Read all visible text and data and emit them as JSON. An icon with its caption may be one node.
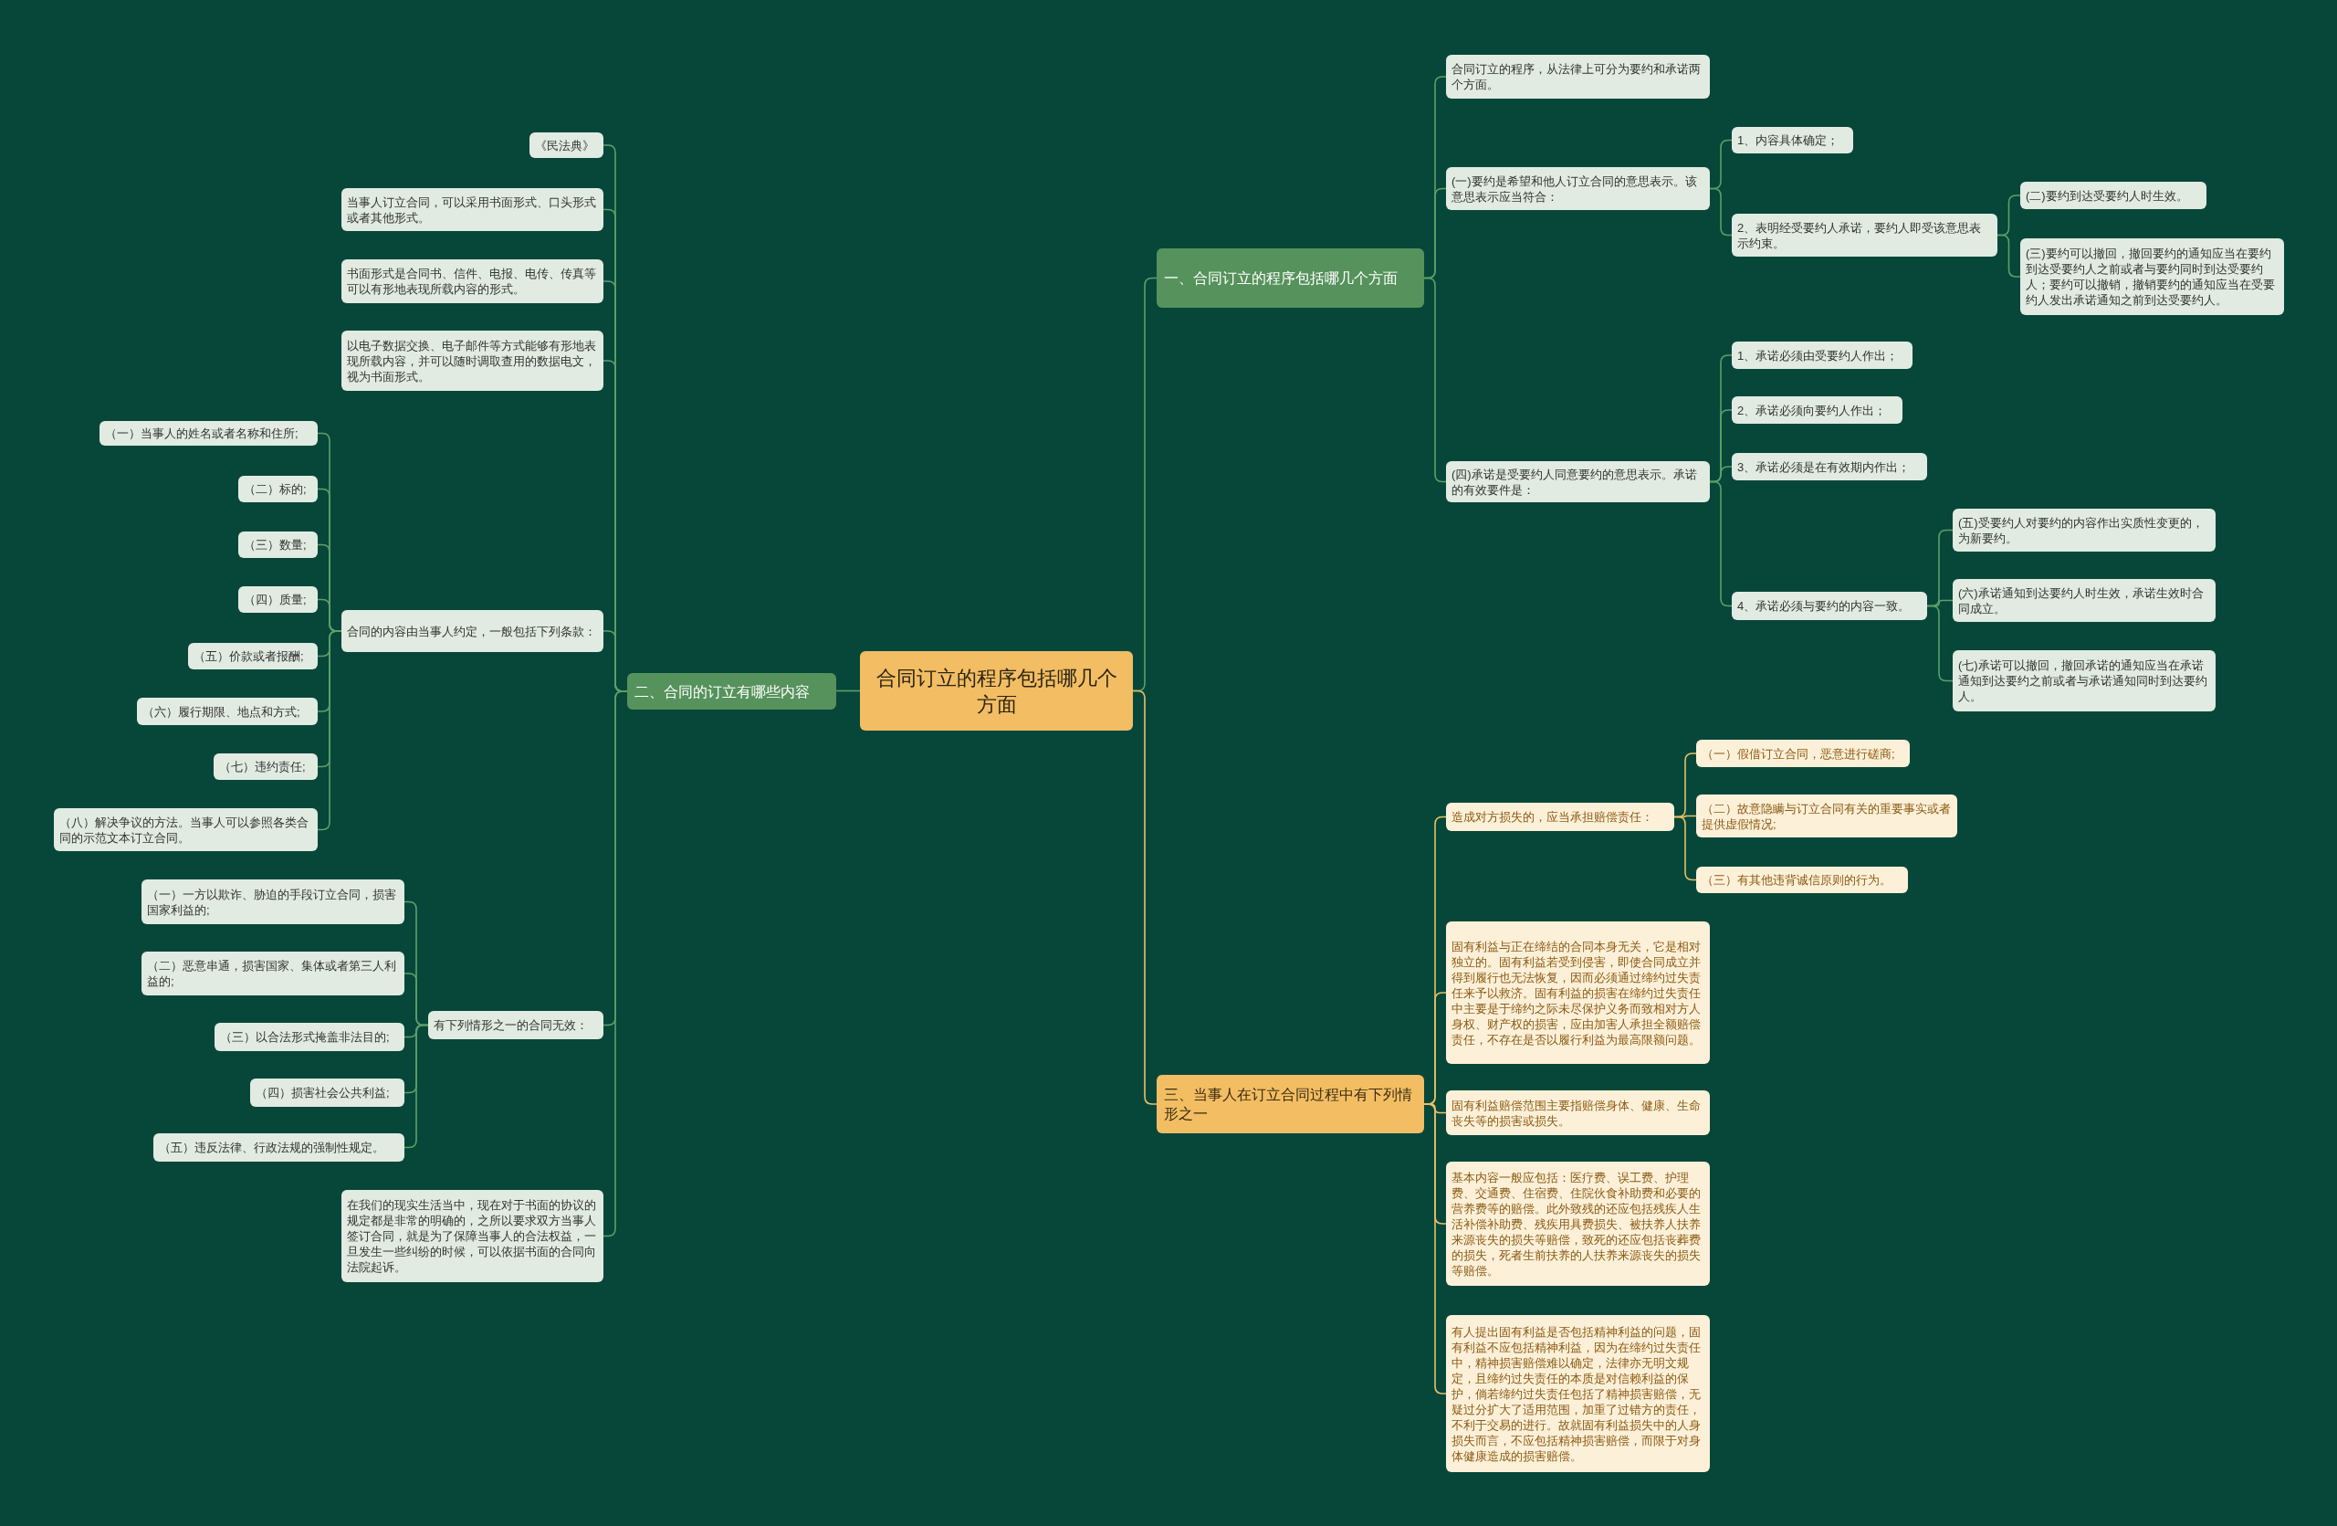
{
  "diagram": {
    "nodes": [
      {
        "text": [
          "合同订立的程序包括哪几个方面"
        ]
      },
      {
        "text": [
          "一、合同订立的程序包括哪几个方面"
        ]
      },
      {
        "text": [
          "合同订立的程序，从法律上可分为要约和承诺两个方面。"
        ]
      },
      {
        "text": [
          "(一)要约是希望和他人订立合同的意思表示。该意思表示应当符合："
        ]
      },
      {
        "text": [
          "1、内容具体确定；"
        ]
      },
      {
        "text": [
          "2、表明经受要约人承诺，要约人即受该意思表示约束。"
        ]
      },
      {
        "text": [
          "(二)要约到达受要约人时生效。"
        ]
      },
      {
        "text": [
          "(三)要约可以撤回，撤回要约的通知应当在要约到达受要约人之前或者与要约同时到达受要约人；要约可以撤销，撤销要约的通知应当在受要约人发出承诺通知之前到达受要约人。"
        ]
      },
      {
        "text": [
          "(四)承诺是受要约人同意要约的意思表示。承诺的有效要件是："
        ]
      },
      {
        "text": [
          "1、承诺必须由受要约人作出；"
        ]
      },
      {
        "text": [
          "2、承诺必须向要约人作出；"
        ]
      },
      {
        "text": [
          "3、承诺必须是在有效期内作出；"
        ]
      },
      {
        "text": [
          "4、承诺必须与要约的内容一致。"
        ]
      },
      {
        "text": [
          "(五)受要约人对要约的内容作出实质性变更的，为新要约。"
        ]
      },
      {
        "text": [
          "(六)承诺通知到达要约人时生效，承诺生效时合同成立。"
        ]
      },
      {
        "text": [
          "(七)承诺可以撤回，撤回承诺的通知应当在承诺通知到达要约之前或者与承诺通知同时到达要约人。"
        ]
      },
      {
        "text": [
          "三、当事人在订立合同过程中有下列情形之一"
        ]
      },
      {
        "text": [
          "造成对方损失的，应当承担赔偿责任："
        ]
      },
      {
        "text": [
          "（一）假借订立合同，恶意进行磋商;"
        ]
      },
      {
        "text": [
          "（二）故意隐瞒与订立合同有关的重要事实或者提供虚假情况;"
        ]
      },
      {
        "text": [
          "（三）有其他违背诚信原则的行为。"
        ]
      },
      {
        "text": [
          "固有利益与正在缔结的合同本身无关，它是相对独立的。固有利益若受到侵害，即使合同成立并得到履行也无法恢复，因而必须通过缔约过失责任来予以救济。固有利益的损害在缔约过失责任中主要是于缔约之际未尽保护义务而致相对方人身权、财产权的损害，应由加害人承担全额赔偿责任，不存在是否以履行利益为最高限额问题。"
        ]
      },
      {
        "text": [
          "固有利益赔偿范围主要指赔偿身体、健康、生命丧失等的损害或损失。"
        ]
      },
      {
        "text": [
          "基本内容一般应包括：医疗费、误工费、护理费、交通费、住宿费、住院伙食补助费和必要的营养费等的赔偿。此外致残的还应包括残疾人生活补偿补助费、残疾用具费损失、被扶养人扶养来源丧失的损失等赔偿，致死的还应包括丧葬费的损失，死者生前扶养的人扶养来源丧失的损失等赔偿。"
        ]
      },
      {
        "text": [
          "有人提出固有利益是否包括精神利益的问题，固有利益不应包括精神利益，因为在缔约过失责任中，精神损害赔偿难以确定，法律亦无明文规定，且缔约过失责任的本质是对信赖利益的保护，倘若缔约过失责任包括了精神损害赔偿，无疑过分扩大了适用范围，加重了过错方的责任，不利于交易的进行。故就固有利益损失中的人身损失而言，不应包括精神损害赔偿，而限于对身体健康造成的损害赔偿。"
        ]
      },
      {
        "text": [
          "二、合同的订立有哪些内容"
        ]
      },
      {
        "text": [
          "《民法典》"
        ]
      },
      {
        "text": [
          "当事人订立合同，可以采用书面形式、口头形式或者其他形式。"
        ]
      },
      {
        "text": [
          "书面形式是合同书、信件、电报、电传、传真等可以有形地表现所载内容的形式。"
        ]
      },
      {
        "text": [
          "以电子数据交换、电子邮件等方式能够有形地表现所载内容，并可以随时调取查用的数据电文，视为书面形式。"
        ]
      },
      {
        "text": [
          "合同的内容由当事人约定，一般包括下列条款："
        ]
      },
      {
        "text": [
          "（一）当事人的姓名或者名称和住所;"
        ]
      },
      {
        "text": [
          "（二）标的;"
        ]
      },
      {
        "text": [
          "（三）数量;"
        ]
      },
      {
        "text": [
          "（四）质量;"
        ]
      },
      {
        "text": [
          "（五）价款或者报酬;"
        ]
      },
      {
        "text": [
          "（六）履行期限、地点和方式;"
        ]
      },
      {
        "text": [
          "（七）违约责任;"
        ]
      },
      {
        "text": [
          "（八）解决争议的方法。当事人可以参照各类合同的示范文本订立合同。"
        ]
      },
      {
        "text": [
          "有下列情形之一的合同无效："
        ]
      },
      {
        "text": [
          "（一）一方以欺诈、胁迫的手段订立合同，损害国家利益的;"
        ]
      },
      {
        "text": [
          "（二）恶意串通，损害国家、集体或者第三人利益的;"
        ]
      },
      {
        "text": [
          "（三）以合法形式掩盖非法目的;"
        ]
      },
      {
        "text": [
          "（四）损害社会公共利益;"
        ]
      },
      {
        "text": [
          "（五）违反法律、行政法规的强制性规定。"
        ]
      },
      {
        "text": [
          "在我们的现实生活当中，现在对于书面的协议的规定都是非常的明确的，之所以要求双方当事人签订合同，就是为了保障当事人的合法权益，一旦发生一些纠纷的时候，可以依据书面的合同向法院起诉。"
        ]
      }
    ],
    "edges": [
      {
        "from": 0,
        "to": 1,
        "arrow": "none"
      },
      {
        "from": 0,
        "to": 16,
        "arrow": "none",
        "color": "#e8c064"
      },
      {
        "from": 0,
        "to": 25,
        "arrow": "none"
      },
      {
        "from": 1,
        "to": 2,
        "arrow": "none"
      },
      {
        "from": 1,
        "to": 3,
        "arrow": "none"
      },
      {
        "from": 1,
        "to": 8,
        "arrow": "none"
      },
      {
        "from": 3,
        "to": 4,
        "arrow": "none"
      },
      {
        "from": 3,
        "to": 5,
        "arrow": "none"
      },
      {
        "from": 5,
        "to": 6,
        "arrow": "none"
      },
      {
        "from": 5,
        "to": 7,
        "arrow": "none"
      },
      {
        "from": 8,
        "to": 9,
        "arrow": "none"
      },
      {
        "from": 8,
        "to": 10,
        "arrow": "none"
      },
      {
        "from": 8,
        "to": 11,
        "arrow": "none"
      },
      {
        "from": 8,
        "to": 12,
        "arrow": "none"
      },
      {
        "from": 12,
        "to": 13,
        "arrow": "none"
      },
      {
        "from": 12,
        "to": 14,
        "arrow": "none"
      },
      {
        "from": 12,
        "to": 15,
        "arrow": "none"
      },
      {
        "from": 16,
        "to": 17,
        "arrow": "none",
        "color": "#e8c064"
      },
      {
        "from": 16,
        "to": 21,
        "arrow": "none",
        "color": "#e8c064"
      },
      {
        "from": 16,
        "to": 22,
        "arrow": "none",
        "color": "#e8c064"
      },
      {
        "from": 16,
        "to": 23,
        "arrow": "none",
        "color": "#e8c064"
      },
      {
        "from": 16,
        "to": 24,
        "arrow": "none",
        "color": "#e8c064"
      },
      {
        "from": 17,
        "to": 18,
        "arrow": "none",
        "color": "#e8c064"
      },
      {
        "from": 17,
        "to": 19,
        "arrow": "none",
        "color": "#e8c064"
      },
      {
        "from": 17,
        "to": 20,
        "arrow": "none",
        "color": "#e8c064"
      },
      {
        "from": 25,
        "to": 26,
        "arrow": "none"
      },
      {
        "from": 25,
        "to": 27,
        "arrow": "none"
      },
      {
        "from": 25,
        "to": 28,
        "arrow": "none"
      },
      {
        "from": 25,
        "to": 29,
        "arrow": "none"
      },
      {
        "from": 25,
        "to": 30,
        "arrow": "none"
      },
      {
        "from": 25,
        "to": 39,
        "arrow": "none"
      },
      {
        "from": 25,
        "to": 45,
        "arrow": "none"
      },
      {
        "from": 30,
        "to": 31,
        "arrow": "none"
      },
      {
        "from": 30,
        "to": 32,
        "arrow": "none"
      },
      {
        "from": 30,
        "to": 33,
        "arrow": "none"
      },
      {
        "from": 30,
        "to": 34,
        "arrow": "none"
      },
      {
        "from": 30,
        "to": 35,
        "arrow": "none"
      },
      {
        "from": 30,
        "to": 36,
        "arrow": "none"
      },
      {
        "from": 30,
        "to": 37,
        "arrow": "none"
      },
      {
        "from": 30,
        "to": 38,
        "arrow": "none"
      },
      {
        "from": 39,
        "to": 40,
        "arrow": "none"
      },
      {
        "from": 39,
        "to": 41,
        "arrow": "none"
      },
      {
        "from": 39,
        "to": 42,
        "arrow": "none"
      },
      {
        "from": 39,
        "to": 43,
        "arrow": "none"
      },
      {
        "from": 39,
        "to": 44,
        "arrow": "none"
      }
    ]
  }
}
